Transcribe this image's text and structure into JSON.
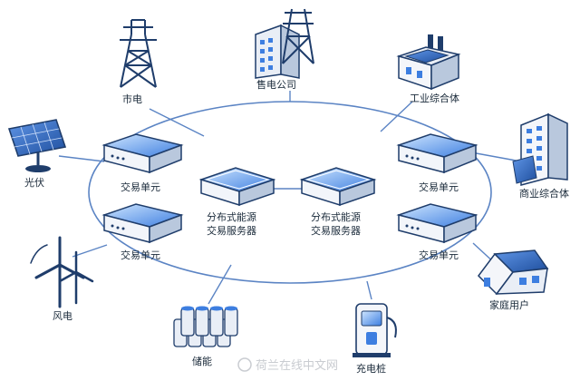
{
  "nodes": {
    "grid": "市电",
    "power_company": "售电公司",
    "industrial": "工业综合体",
    "solar": "光伏",
    "commercial": "商业综合体",
    "wind": "风电",
    "storage": "储能",
    "charger": "充电桩",
    "household": "家庭用户"
  },
  "trade_unit_label": "交易单元",
  "servers": {
    "line1": "分布式能源",
    "line2": "交易服务器"
  },
  "watermark": "荷兰在线中文网",
  "colors": {
    "line": "#5b84c4",
    "navy": "#1f3d6b",
    "accent": "#3d7ee0",
    "device": "#f2f5fa"
  }
}
